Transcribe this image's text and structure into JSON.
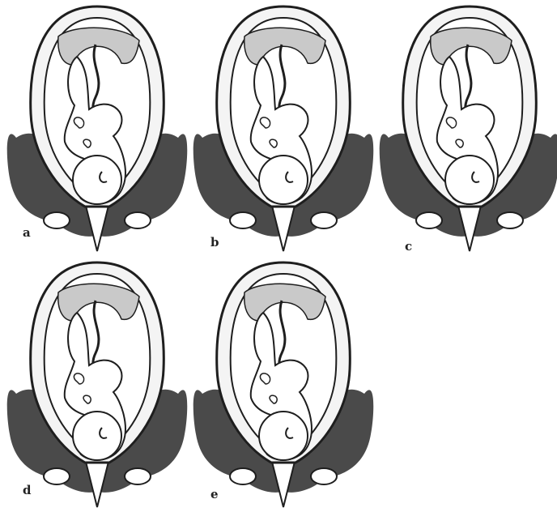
{
  "colors": {
    "pelvis": "#4a4a4a",
    "uterus_fill": "#f4f4f4",
    "placenta": "#c9c9c9",
    "ink": "#1e1e1e",
    "background": "#ffffff"
  },
  "panels": [
    {
      "label": "a"
    },
    {
      "label": "b"
    },
    {
      "label": "c"
    },
    {
      "label": "d"
    },
    {
      "label": "e"
    }
  ]
}
